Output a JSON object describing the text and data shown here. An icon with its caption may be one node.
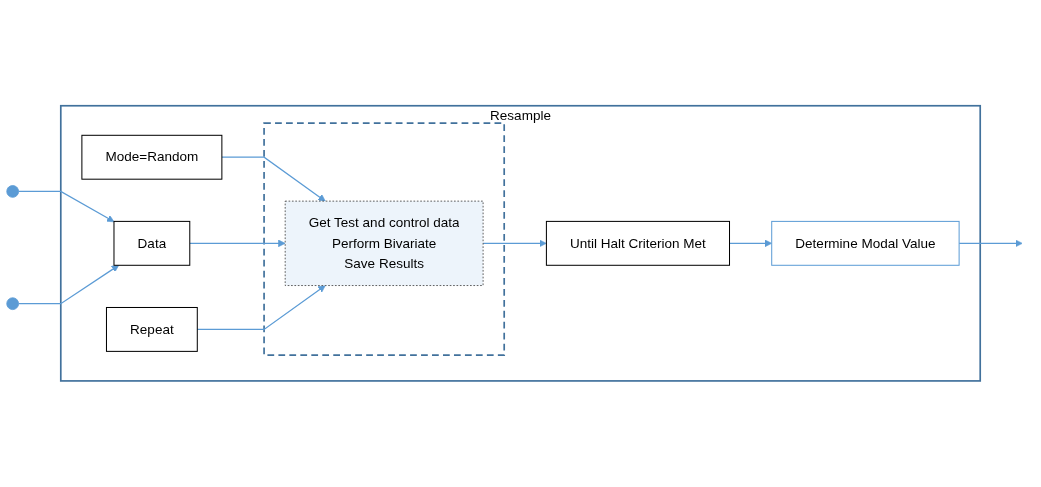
{
  "diagram": {
    "nodes": [
      {
        "text": [
          "Resample"
        ]
      },
      {
        "text": [
          "Mode=Random"
        ],
        "in": 0
      },
      {
        "text": [
          "Data"
        ],
        "in": 0
      },
      {
        "text": [],
        "shape": "box",
        "in": 0
      },
      {
        "text": [
          "Repeat"
        ],
        "in": 0
      },
      {
        "text": [
          "Get Test and control data",
          "Perform Bivariate",
          "Save Results"
        ],
        "in": 3
      },
      {
        "text": [
          "Until Halt Criterion Met"
        ],
        "in": 0
      },
      {
        "text": [
          "Determine Modal Value"
        ],
        "in": 0
      }
    ],
    "edges": [
      {
        "from": null,
        "to": 2,
        "arrow": "to"
      },
      {
        "from": null,
        "to": 2,
        "arrow": "to"
      },
      {
        "from": 1,
        "to": 5,
        "arrow": "to"
      },
      {
        "from": 2,
        "to": 5,
        "arrow": "to"
      },
      {
        "from": 4,
        "to": 5,
        "arrow": "to"
      },
      {
        "from": 5,
        "to": 6,
        "arrow": "to"
      },
      {
        "from": 6,
        "to": 7,
        "arrow": "to"
      },
      {
        "from": 7,
        "to": null,
        "arrow": "to"
      }
    ]
  }
}
